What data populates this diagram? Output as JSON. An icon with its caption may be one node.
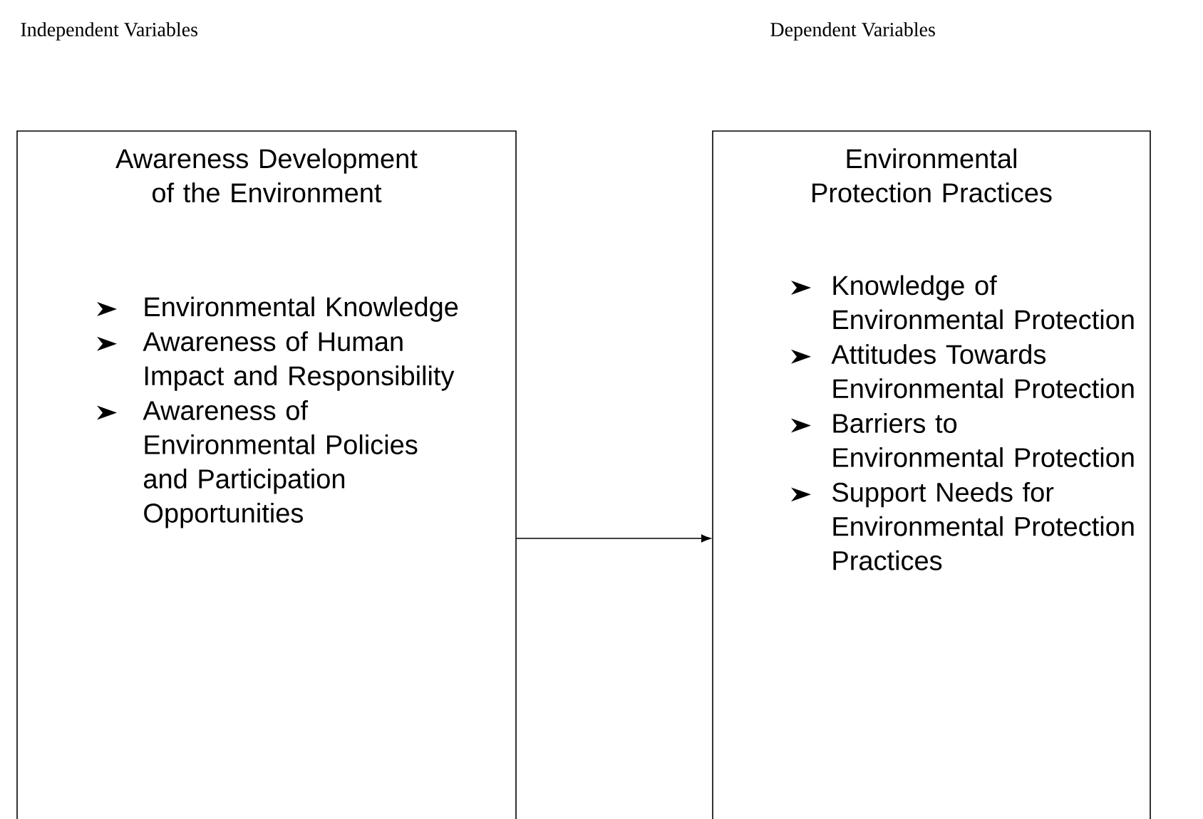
{
  "diagram": {
    "nodes": [
      {
        "text": [
          "Awareness Development of the Environment",
          "Environmental Knowledge",
          "Awareness of Human Impact and Responsibility",
          "Awareness of Environmental Policies and Participation Opportunities"
        ]
      },
      {
        "text": [
          "Environmental Protection Practices",
          "Knowledge of Environmental Protection",
          "Attitudes Towards Environmental Protection",
          "Barriers to Environmental Protection",
          "Support Needs for Environmental Protection Practices"
        ]
      }
    ],
    "edges": [
      {
        "from": 0,
        "to": 1,
        "arrow": "to"
      }
    ],
    "labels": [
      "Independent Variables",
      "Dependent Variables"
    ]
  }
}
